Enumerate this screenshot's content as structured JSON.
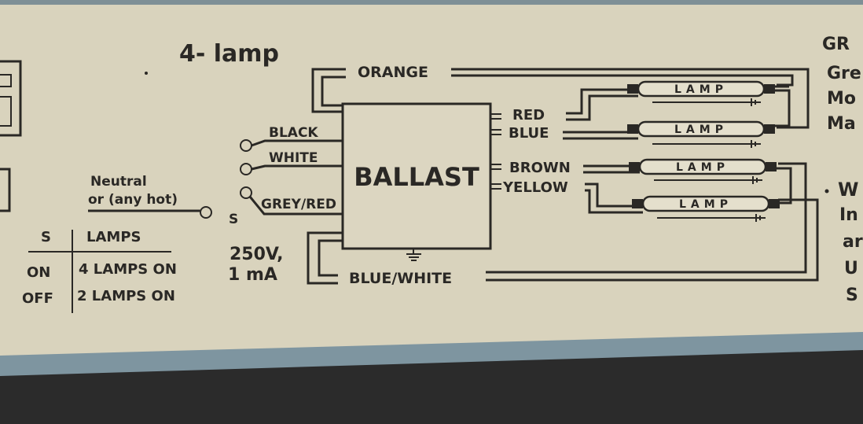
{
  "title": "4- lamp",
  "ballast_label": "BALLAST",
  "lamp_label": "LAMP",
  "wires": {
    "orange": "ORANGE",
    "black": "BLACK",
    "white": "WHITE",
    "grey_red": "GREY/RED",
    "red": "RED",
    "blue": "BLUE",
    "brown": "BROWN",
    "yellow": "YELLOW",
    "blue_white": "BLUE/WHITE"
  },
  "neutral_line1": "Neutral",
  "neutral_line2": "or (any hot)",
  "switch_label": "S",
  "rating_line1": "250V,",
  "rating_line2": "1 mA",
  "switch_table": {
    "headers": [
      "S",
      "LAMPS"
    ],
    "rows": [
      [
        "ON",
        "4 LAMPS ON"
      ],
      [
        "OFF",
        "2 LAMPS ON"
      ]
    ]
  },
  "right_text": {
    "heading1": "GR",
    "lines1": [
      "Gre",
      "Mo",
      "Ma"
    ],
    "heading2": "W",
    "lines2": [
      "In",
      "ar",
      "U",
      "S"
    ]
  },
  "colors": {
    "label_bg": "#d9d3bd",
    "ink": "#2a2825",
    "frame": "#7e95a0",
    "edge": "#262626"
  }
}
